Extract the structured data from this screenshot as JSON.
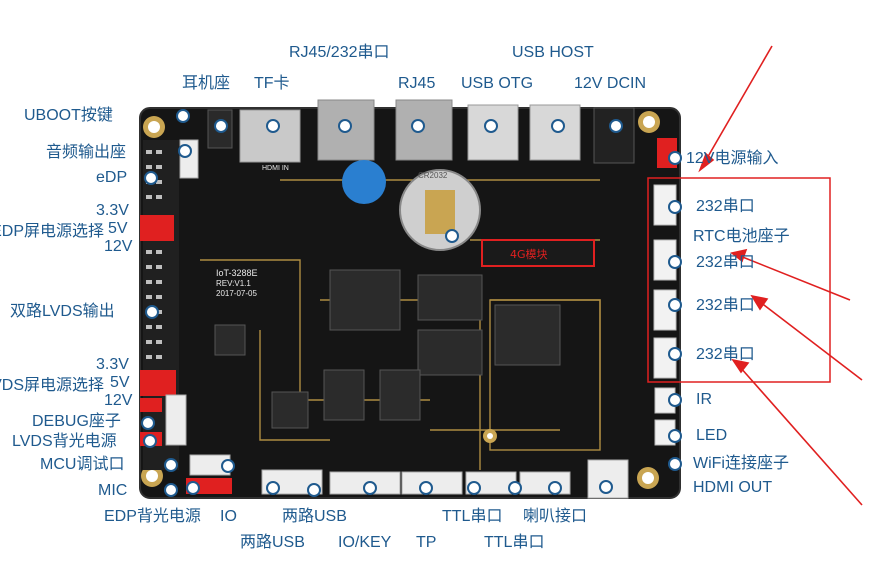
{
  "board": {
    "silk_model": "IoT-3288E",
    "silk_rev": "REV:V1.1",
    "silk_date": "2017-07-05",
    "silk_hdmi": "HDMI IN",
    "sticker_4g": "4G模块",
    "battery_text": "CR2032"
  },
  "colors": {
    "label": "#1f5a8e",
    "pcb": "#151515",
    "trace": "#c8a14a",
    "callout_red": "#e02020",
    "pin_white": "#f2f2f2"
  },
  "labels": {
    "rj45_232": "RJ45/232串口",
    "usb_host": "USB HOST",
    "earphone": "耳机座",
    "tf": "TF卡",
    "rj45": "RJ45",
    "usb_otg": "USB OTG",
    "dcin": "12V DCIN",
    "uboot": "UBOOT按键",
    "audio_out": "音频输出座",
    "edp": "eDP",
    "v33_a": "3.3V",
    "edp_power": "EDP屏电源选择",
    "v5_a": "5V",
    "v12_a": "12V",
    "lvds_dual": "双路LVDS输出",
    "v33_b": "3.3V",
    "lvds_power": "LVDS屏电源选择",
    "v5_b": "5V",
    "v12_b": "12V",
    "debug": "DEBUG座子",
    "lvds_backlight": "LVDS背光电源",
    "mcu": "MCU调试口",
    "mic": "MIC",
    "edp_backlight": "EDP背光电源",
    "io": "IO",
    "usb2_a": "两路USB",
    "usb2_b": "两路USB",
    "iokey": "IO/KEY",
    "tp": "TP",
    "ttl_a": "TTL串口",
    "ttl_b": "TTL串口",
    "speaker": "喇叭接口",
    "power_in": "12V电源输入",
    "uart232_1": "232串口",
    "rtc": "RTC电池座子",
    "uart232_2": "232串口",
    "uart232_3": "232串口",
    "uart232_4": "232串口",
    "ir": "IR",
    "led": "LED",
    "wifi": "WiFi连接座子",
    "hdmi_out": "HDMI OUT"
  }
}
